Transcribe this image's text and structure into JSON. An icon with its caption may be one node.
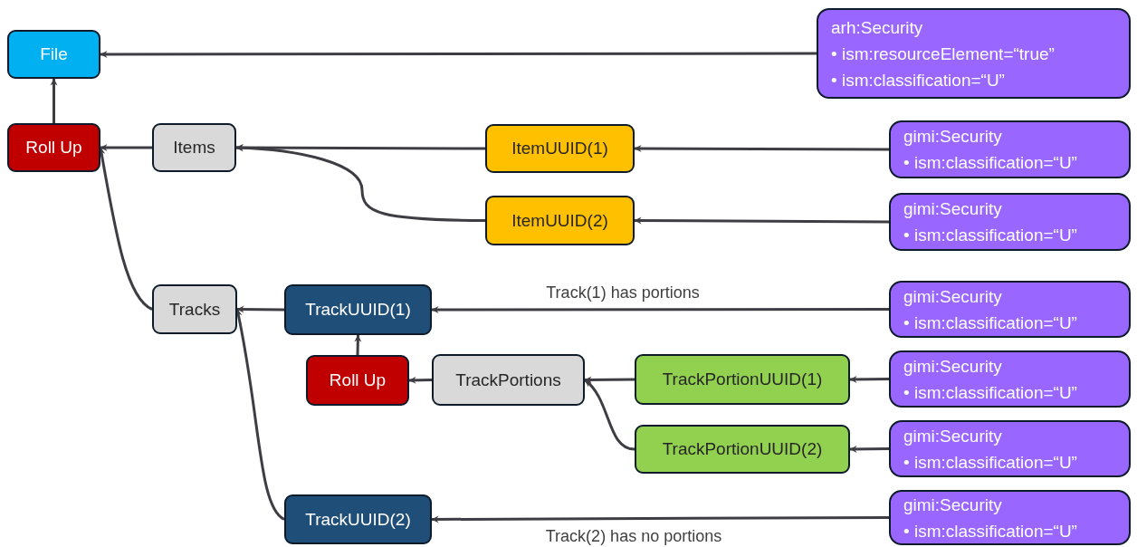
{
  "diagram": {
    "nodes": [
      {
        "text": [
          "File"
        ]
      },
      {
        "text": [
          "Roll Up"
        ]
      },
      {
        "text": [
          "Items"
        ]
      },
      {
        "text": [
          "ItemUUID(1)"
        ]
      },
      {
        "text": [
          "ItemUUID(2)"
        ]
      },
      {
        "text": [
          "Tracks"
        ]
      },
      {
        "text": [
          "TrackUUID(1)"
        ]
      },
      {
        "text": [
          "Roll Up"
        ]
      },
      {
        "text": [
          "TrackPortions"
        ]
      },
      {
        "text": [
          "TrackPortionUUID(1)"
        ]
      },
      {
        "text": [
          "TrackPortionUUID(2)"
        ]
      },
      {
        "text": [
          "TrackUUID(2)"
        ]
      },
      {
        "text": [
          "arh:Security",
          "• ism:resourceElement=“true”",
          "• ism:classification=“U”"
        ]
      },
      {
        "text": [
          "gimi:Security",
          "• ism:classification=“U”"
        ]
      },
      {
        "text": [
          "gimi:Security",
          "• ism:classification=“U”"
        ]
      },
      {
        "text": [
          "gimi:Security",
          "• ism:classification=“U”"
        ]
      },
      {
        "text": [
          "gimi:Security",
          "• ism:classification=“U”"
        ]
      },
      {
        "text": [
          "gimi:Security",
          "• ism:classification=“U”"
        ]
      },
      {
        "text": [
          "gimi:Security",
          "• ism:classification=“U”"
        ]
      }
    ],
    "edges": [
      {
        "from": 12,
        "to": 0,
        "arrow": "to"
      },
      {
        "from": 1,
        "to": 0,
        "arrow": "to"
      },
      {
        "from": 2,
        "to": 1,
        "arrow": "to"
      },
      {
        "from": 5,
        "to": 1,
        "arrow": "to"
      },
      {
        "from": 3,
        "to": 2,
        "arrow": "to"
      },
      {
        "from": 4,
        "to": 2,
        "arrow": "to"
      },
      {
        "from": 13,
        "to": 3,
        "arrow": "to"
      },
      {
        "from": 14,
        "to": 4,
        "arrow": "to"
      },
      {
        "from": 6,
        "to": 5,
        "arrow": "to"
      },
      {
        "from": 11,
        "to": 5,
        "arrow": "to"
      },
      {
        "from": 15,
        "to": 6,
        "arrow": "to",
        "label": "Track(1) has portions"
      },
      {
        "from": 7,
        "to": 6,
        "arrow": "to"
      },
      {
        "from": 8,
        "to": 7,
        "arrow": "to"
      },
      {
        "from": 9,
        "to": 8,
        "arrow": "to"
      },
      {
        "from": 10,
        "to": 8,
        "arrow": "to"
      },
      {
        "from": 16,
        "to": 9,
        "arrow": "to"
      },
      {
        "from": 17,
        "to": 10,
        "arrow": "to"
      },
      {
        "from": 18,
        "to": 11,
        "arrow": "to",
        "label": "Track(2) has no portions"
      }
    ]
  }
}
